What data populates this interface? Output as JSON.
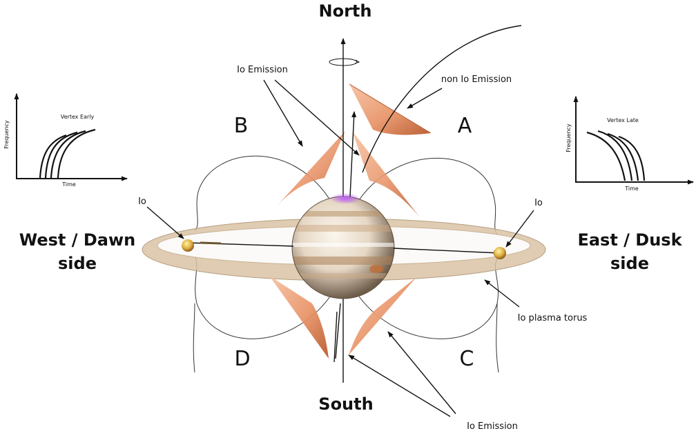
{
  "labels": {
    "north": "North",
    "south": "South",
    "west_line1": "West / Dawn",
    "west_line2": "side",
    "east_line1": "East / Dusk",
    "east_line2": "side",
    "quadrant_a": "A",
    "quadrant_b": "B",
    "quadrant_c": "C",
    "quadrant_d": "D",
    "io_left": "Io",
    "io_right": "Io",
    "io_emission_top": "Io Emission",
    "non_io_emission": "non Io Emission",
    "io_plasma_torus": "Io plasma torus",
    "io_emission_bottom": "Io Emission"
  },
  "inset_early": {
    "title": "Vertex Early",
    "ylabel": "Frequency",
    "xlabel": "Time"
  },
  "inset_late": {
    "title": "Vertex Late",
    "ylabel": "Frequency",
    "xlabel": "Time"
  },
  "colors": {
    "cone": "#e8956a",
    "cone_dark": "#c56a3e",
    "torus": "#d9c3a5",
    "aurora": "#a63cf0",
    "jupiter_band": "#b8946a"
  }
}
